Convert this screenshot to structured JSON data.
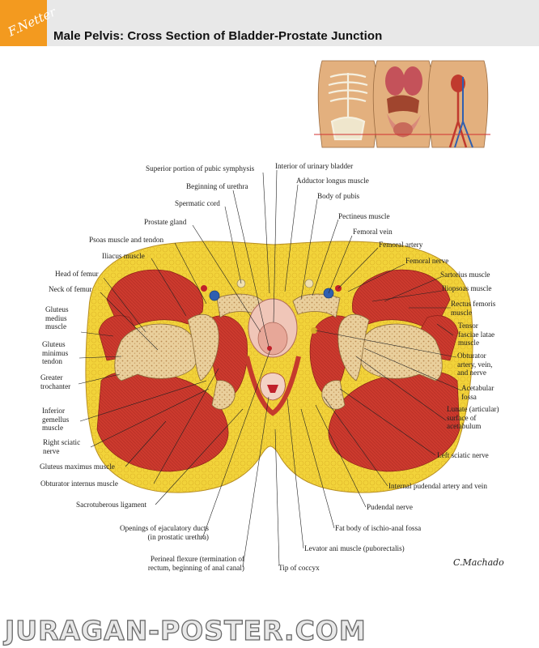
{
  "header": {
    "logo_signature": "F.Netter",
    "title": "Male Pelvis: Cross Section of Bladder-Prostate Junction"
  },
  "labels": {
    "superior_pubic_symphysis": "Superior portion of pubic symphysis",
    "interior_bladder": "Interior of urinary bladder",
    "adductor_longus": "Adductor longus muscle",
    "beginning_urethra": "Beginning of urethra",
    "body_pubis": "Body of pubis",
    "spermatic_cord": "Spermatic cord",
    "pectineus": "Pectineus muscle",
    "prostate": "Prostate gland",
    "femoral_vein": "Femoral vein",
    "psoas": "Psoas muscle and tendon",
    "femoral_artery": "Femoral artery",
    "iliacus": "Iliacus muscle",
    "femoral_nerve": "Femoral nerve",
    "head_femur": "Head of femur",
    "sartorius": "Sartorius muscle",
    "neck_femur": "Neck of femur",
    "iliopsoas": "Iliopsoas muscle",
    "gluteus_medius": "Gluteus medius muscle",
    "rectus_femoris": "Rectus femoris muscle",
    "tensor_fasciae": "Tensor fasciae latae muscle",
    "gluteus_minimus": "Gluteus minimus tendon",
    "obturator_artery": "Obturator artery, vein, and nerve",
    "greater_trochanter": "Greater trochanter",
    "acetabular_fossa": "Acetabular fossa",
    "inferior_gemellus": "Inferior gemellus muscle",
    "lunate_surface": "Lunate (articular) surface of acetabulum",
    "right_sciatic": "Right sciatic nerve",
    "left_sciatic": "Left sciatic nerve",
    "gluteus_maximus": "Gluteus maximus muscle",
    "obturator_internus": "Obturator internus muscle",
    "internal_pudendal": "Internal pudendal artery and vein",
    "sacrotuberous": "Sacrotuberous ligament",
    "pudendal_nerve": "Pudendal nerve",
    "fat_body": "Fat body of ischio-anal fossa",
    "ejaculatory_ducts": "Openings of ejaculatory ducts (in prostatic urethra)",
    "levator_ani": "Levator ani muscle (puborectalis)",
    "perineal_flexure": "Perineal flexure (termination of rectum, beginning of anal canal)",
    "tip_coccyx": "Tip of coccyx"
  },
  "artist_signature": "C.Machado",
  "watermark": "JURAGAN-POSTER.COM",
  "colors": {
    "header_band": "#e8e8e8",
    "logo_orange": "#f39a1f",
    "fat_yellow": "#f2d33a",
    "muscle_red": "#cc3a2e",
    "bone_tan": "#e9cf9c",
    "vein_blue": "#2f5fb0"
  }
}
